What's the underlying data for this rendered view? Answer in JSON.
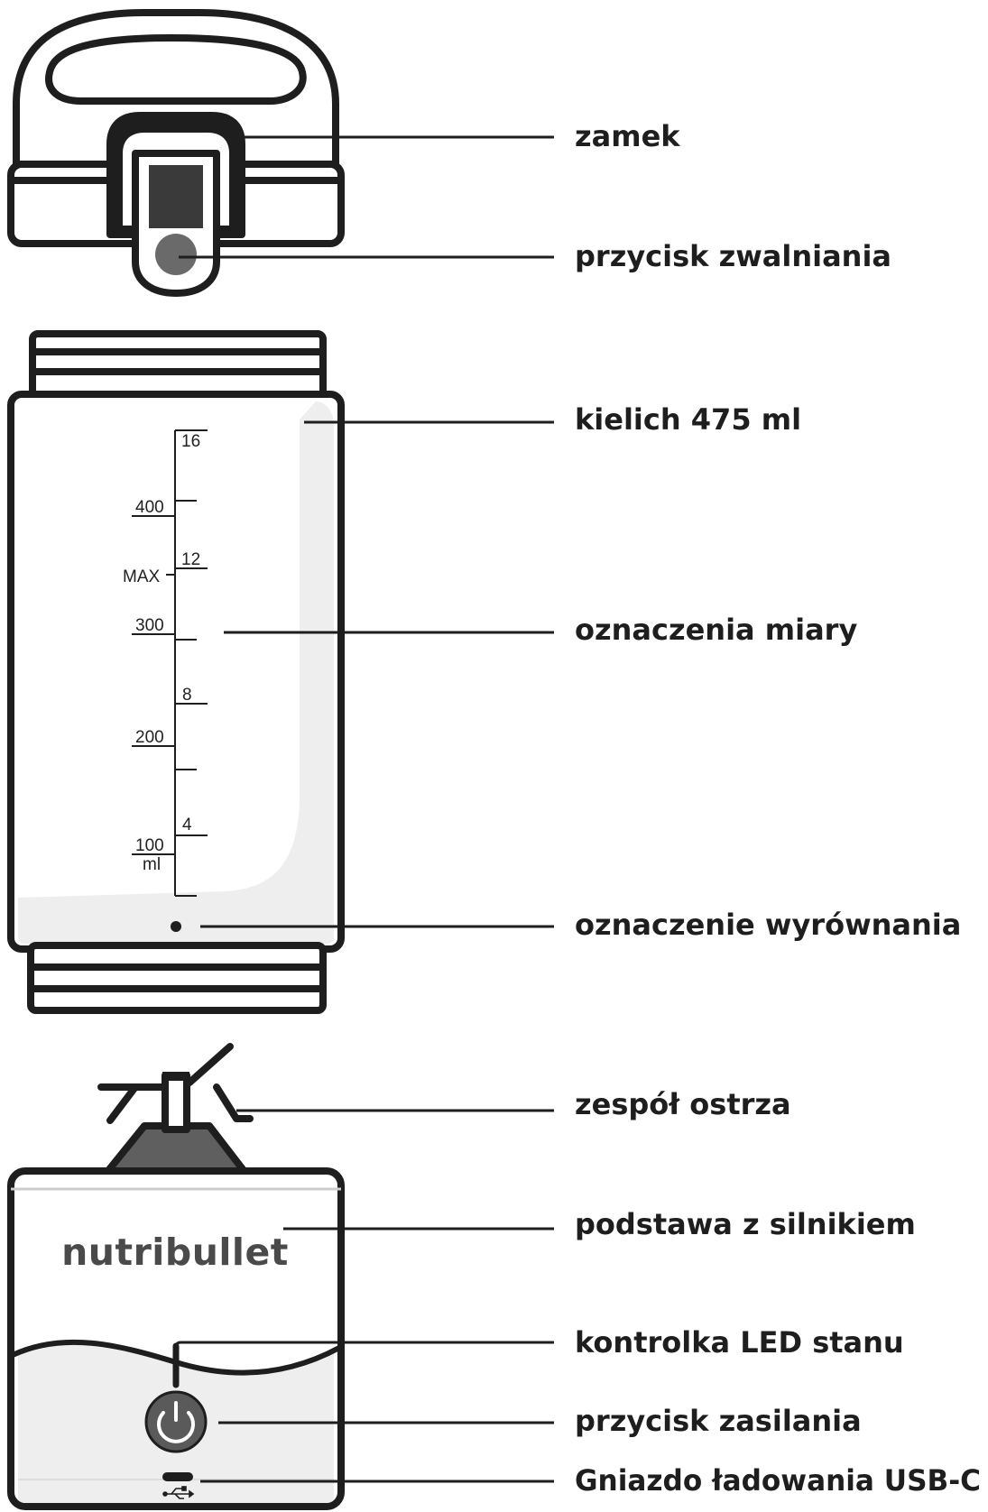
{
  "brand": "nutribullet",
  "scale": {
    "ml_labels": [
      "400",
      "300",
      "200",
      "100",
      "ml"
    ],
    "oz_labels": [
      "16",
      "12",
      "8",
      "4"
    ],
    "max_label": "MAX"
  },
  "callouts": [
    {
      "id": "lock",
      "label": "zamek"
    },
    {
      "id": "release-button",
      "label": "przycisk zwalniania"
    },
    {
      "id": "cup",
      "label": "kielich 475 ml"
    },
    {
      "id": "measure-marks",
      "label": "oznaczenia miary"
    },
    {
      "id": "alignment-mark",
      "label": "oznaczenie wyrównania"
    },
    {
      "id": "blade-assembly",
      "label": "zespół ostrza"
    },
    {
      "id": "motor-base",
      "label": "podstawa z silnikiem"
    },
    {
      "id": "led-indicator",
      "label": "kontrolka LED stanu"
    },
    {
      "id": "power-button",
      "label": "przycisk zasilania"
    },
    {
      "id": "usb-c-port",
      "label": "Gniazdo ładowania USB-C"
    }
  ],
  "colors": {
    "outline": "#1e1e1e",
    "shade": "#eeeeee",
    "button_dark": "#5a5a5a",
    "blade_base": "#5f5f5f"
  }
}
